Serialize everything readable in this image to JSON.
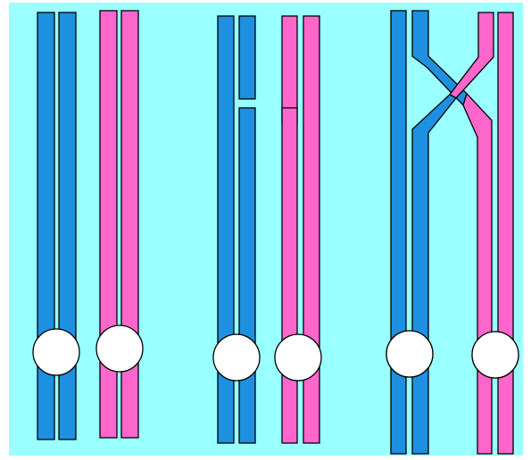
{
  "colors": {
    "background": "#99ffff",
    "maternal": "#1e90e0",
    "paternal": "#ff66cc",
    "centromere": "#ffffff",
    "outline": "#000000"
  },
  "stages": [
    {
      "name": "homologous-pair",
      "chromosomes": [
        {
          "name": "blue-chromosome",
          "color": "maternal"
        },
        {
          "name": "pink-chromosome",
          "color": "paternal"
        }
      ]
    },
    {
      "name": "chromatid-breaks",
      "chromosomes": [
        {
          "name": "blue-chromosome",
          "color": "maternal"
        },
        {
          "name": "pink-chromosome",
          "color": "paternal"
        }
      ]
    },
    {
      "name": "crossing-over",
      "chromosomes": [
        {
          "name": "blue-chromosome",
          "color": "maternal"
        },
        {
          "name": "pink-chromosome",
          "color": "paternal"
        }
      ]
    }
  ]
}
